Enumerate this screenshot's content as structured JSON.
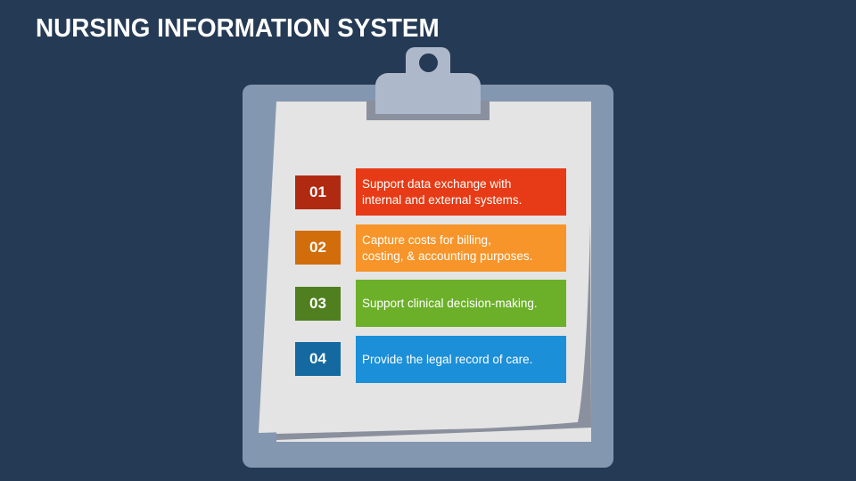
{
  "title": "NURSING INFORMATION SYSTEM",
  "colors": {
    "background": "#253a54",
    "board": "#8497b0",
    "clip": "#adb9cb",
    "paper": "#e4e4e4"
  },
  "items": [
    {
      "number": "01",
      "text_line1": "Support data exchange with",
      "text_line2": "internal and external systems.",
      "num_color": "#b02a12",
      "box_color": "#e63b16"
    },
    {
      "number": "02",
      "text_line1": "Capture costs for billing,",
      "text_line2": "costing, & accounting purposes.",
      "num_color": "#d26d0c",
      "box_color": "#f7952a"
    },
    {
      "number": "03",
      "text_line1": "Support clinical decision-making.",
      "text_line2": "",
      "num_color": "#4f7f1f",
      "box_color": "#6cb02a"
    },
    {
      "number": "04",
      "text_line1": "Provide the legal record of care.",
      "text_line2": "",
      "num_color": "#146aa0",
      "box_color": "#1b8fd8"
    }
  ]
}
